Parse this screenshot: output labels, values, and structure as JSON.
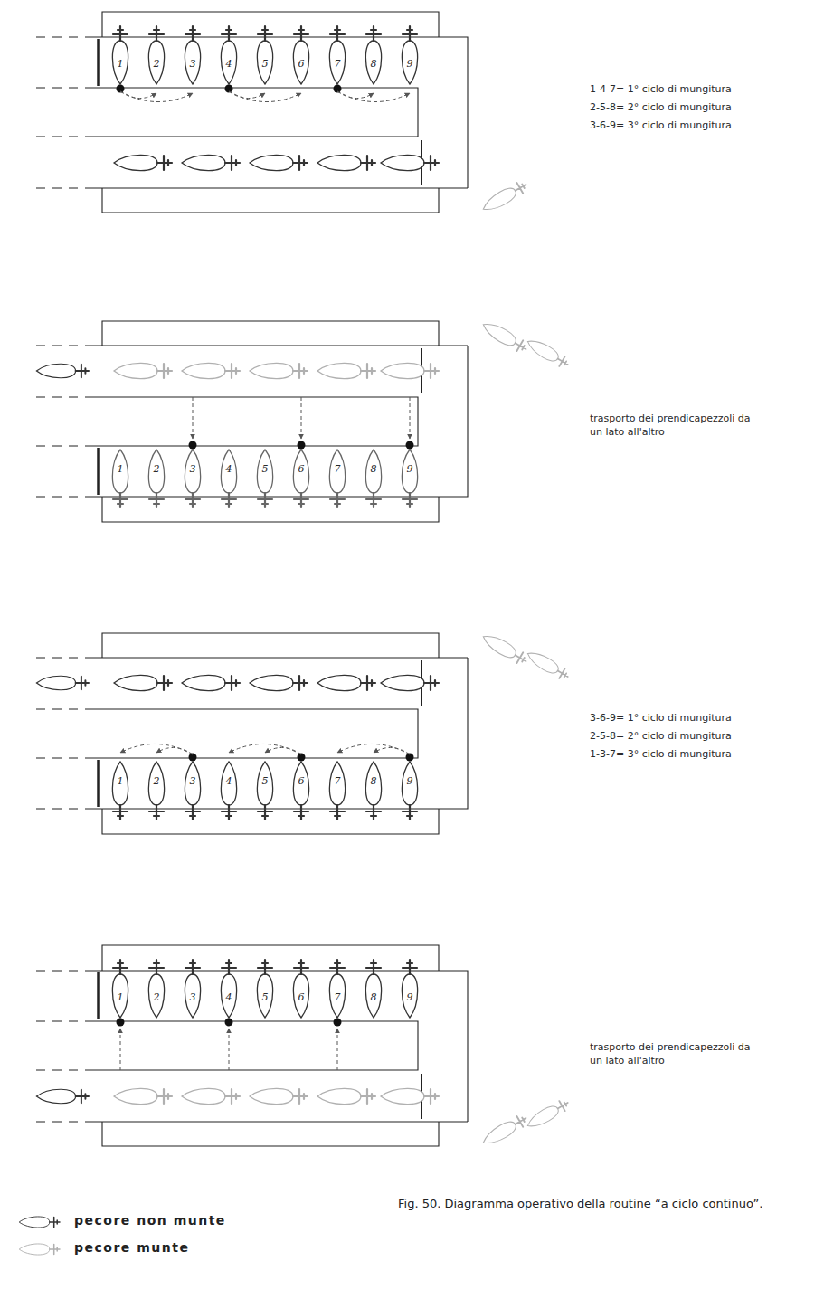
{
  "diagram": {
    "caption": "Fig. 50. Diagramma operativo della routine “a ciclo continuo”.",
    "labels": [
      "1",
      "2",
      "3",
      "4",
      "5",
      "6",
      "7",
      "8",
      "9",
      "1-4-7= 1° ciclo di mungitura",
      "2-5-8= 2° ciclo di mungitura",
      "3-6-9= 3° ciclo di mungitura",
      "1",
      "2",
      "3",
      "4",
      "5",
      "6",
      "7",
      "8",
      "9",
      "trasporto dei prendicapezzoli da un lato all'altro",
      "1",
      "2",
      "3",
      "4",
      "5",
      "6",
      "7",
      "8",
      "9",
      "3-6-9= 1° ciclo di mungitura",
      "2-5-8= 2° ciclo di mungitura",
      "1-3-7= 3° ciclo di mungitura",
      "1",
      "2",
      "3",
      "4",
      "5",
      "6",
      "7",
      "8",
      "9",
      "trasporto dei prendicapezzoli da un lato all'altro"
    ],
    "legend": [
      {
        "text": "pecore non munte"
      },
      {
        "text": "pecore munte"
      }
    ]
  }
}
